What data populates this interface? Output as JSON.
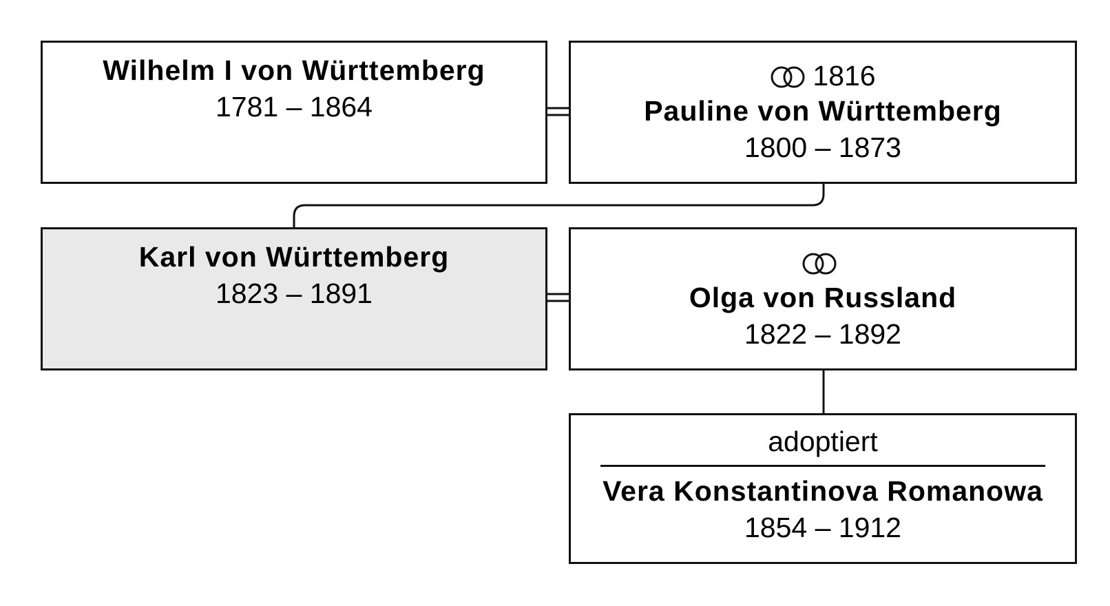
{
  "persons": {
    "wilhelm": {
      "name": "Wilhelm I von Württemberg",
      "dates": "1781 – 1864"
    },
    "pauline": {
      "marriage_year": "1816",
      "name": "Pauline von Württemberg",
      "dates": "1800 – 1873"
    },
    "karl": {
      "name": "Karl von Württemberg",
      "dates": "1823 – 1891"
    },
    "olga": {
      "name": "Olga von Russland",
      "dates": "1822 – 1892"
    },
    "vera": {
      "relation": "adoptiert",
      "name": "Vera Konstantinova Romanowa",
      "dates": "1854 – 1912"
    }
  },
  "icons": {
    "marriage": "marriage-rings-icon"
  },
  "colors": {
    "border": "#111111",
    "highlight_background": "#e9e9e9",
    "background": "#ffffff"
  }
}
